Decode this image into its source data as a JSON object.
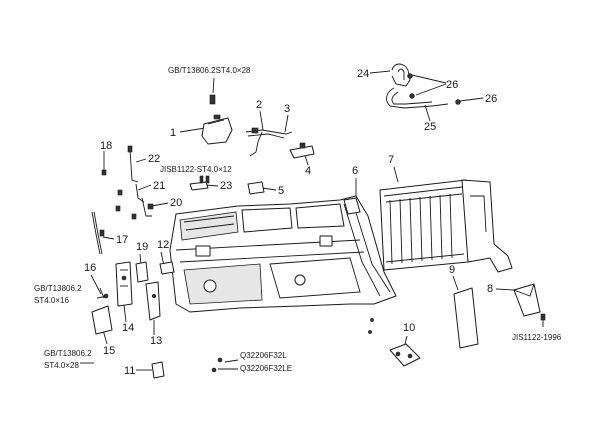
{
  "captions": {
    "gb_screw_top": "GB/T13806.2ST4.0×28",
    "jisb_screw": "JISB1122-ST4.0×12",
    "gb_screw_left_1": "GB/T13806.2",
    "gb_screw_left_2": "ST4.0×16",
    "gb_screw_bottom_1": "GB/T13806.2",
    "gb_screw_bottom_2": "ST4.0×28",
    "q_code_1": "Q32206F32L",
    "q_code_2": "Q32206F32LE",
    "jis_right": "JIS1122-1996"
  },
  "callouts": {
    "n1": "1",
    "n2": "2",
    "n3": "3",
    "n4": "4",
    "n5": "5",
    "n6": "6",
    "n7": "7",
    "n8": "8",
    "n9": "9",
    "n10": "10",
    "n11": "11",
    "n12": "12",
    "n13": "13",
    "n14": "14",
    "n15": "15",
    "n16": "16",
    "n17": "17",
    "n18": "18",
    "n19": "19",
    "n20": "20",
    "n21": "21",
    "n22": "22",
    "n23": "23",
    "n24": "24",
    "n25": "25",
    "n26a": "26",
    "n26b": "26"
  }
}
